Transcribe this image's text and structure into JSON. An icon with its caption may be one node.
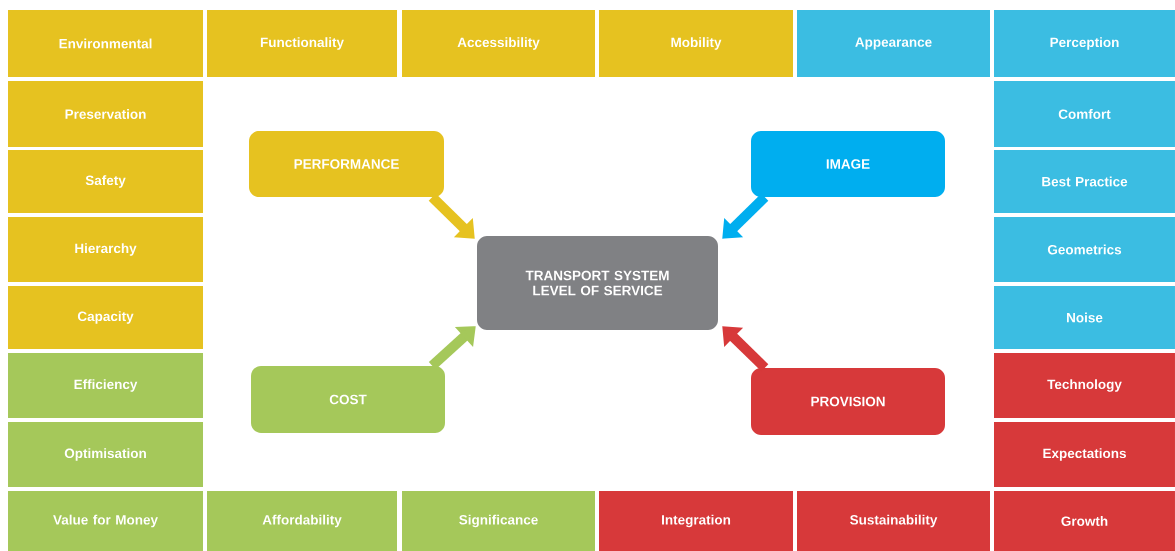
{
  "diagram": {
    "nodes": [
      {
        "text": [
          "Environmental"
        ]
      },
      {
        "text": [
          "Functionality"
        ]
      },
      {
        "text": [
          "Accessibility"
        ]
      },
      {
        "text": [
          "Mobility"
        ]
      },
      {
        "text": [
          "Appearance"
        ]
      },
      {
        "text": [
          "Perception"
        ]
      },
      {
        "text": [
          "Preservation"
        ]
      },
      {
        "text": [
          "Comfort"
        ]
      },
      {
        "text": [
          "Safety"
        ]
      },
      {
        "text": [
          "Best Practice"
        ]
      },
      {
        "text": [
          "Hierarchy"
        ]
      },
      {
        "text": [
          "Geometrics"
        ]
      },
      {
        "text": [
          "Capacity"
        ]
      },
      {
        "text": [
          "Noise"
        ]
      },
      {
        "text": [
          "Efficiency"
        ]
      },
      {
        "text": [
          "Technology"
        ]
      },
      {
        "text": [
          "Optimisation"
        ]
      },
      {
        "text": [
          "Expectations"
        ]
      },
      {
        "text": [
          "Value for Money"
        ]
      },
      {
        "text": [
          "Affordability"
        ]
      },
      {
        "text": [
          "Significance"
        ]
      },
      {
        "text": [
          "Integration"
        ]
      },
      {
        "text": [
          "Sustainability"
        ]
      },
      {
        "text": [
          "Growth"
        ]
      },
      {
        "text": [
          "PERFORMANCE"
        ]
      },
      {
        "text": [
          "IMAGE"
        ]
      },
      {
        "text": [
          "TRANSPORT SYSTEM LEVEL OF SERVICE"
        ]
      },
      {
        "text": [
          "COST"
        ]
      },
      {
        "text": [
          "PROVISION"
        ]
      }
    ],
    "edges": [
      {
        "from": 24,
        "to": 26,
        "arrow": "to",
        "color": "#e6c220"
      },
      {
        "from": 25,
        "to": 26,
        "arrow": "to",
        "color": "#00aeef"
      },
      {
        "from": 27,
        "to": 26,
        "arrow": "to",
        "color": "#a5c85a"
      },
      {
        "from": 28,
        "to": 26,
        "arrow": "to",
        "color": "#d7393a"
      }
    ]
  }
}
